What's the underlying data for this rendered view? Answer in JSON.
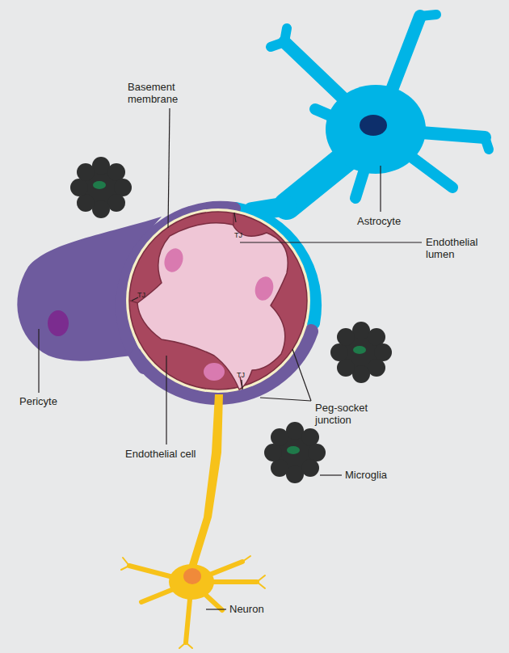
{
  "diagram": {
    "labels": [
      "Basement membrane",
      "Astrocyte",
      "Endothelial lumen",
      "TJ",
      "TJ",
      "TJ",
      "Pericyte",
      "Peg-socket junction",
      "Endothelial cell",
      "Microglia",
      "Neuron"
    ]
  }
}
